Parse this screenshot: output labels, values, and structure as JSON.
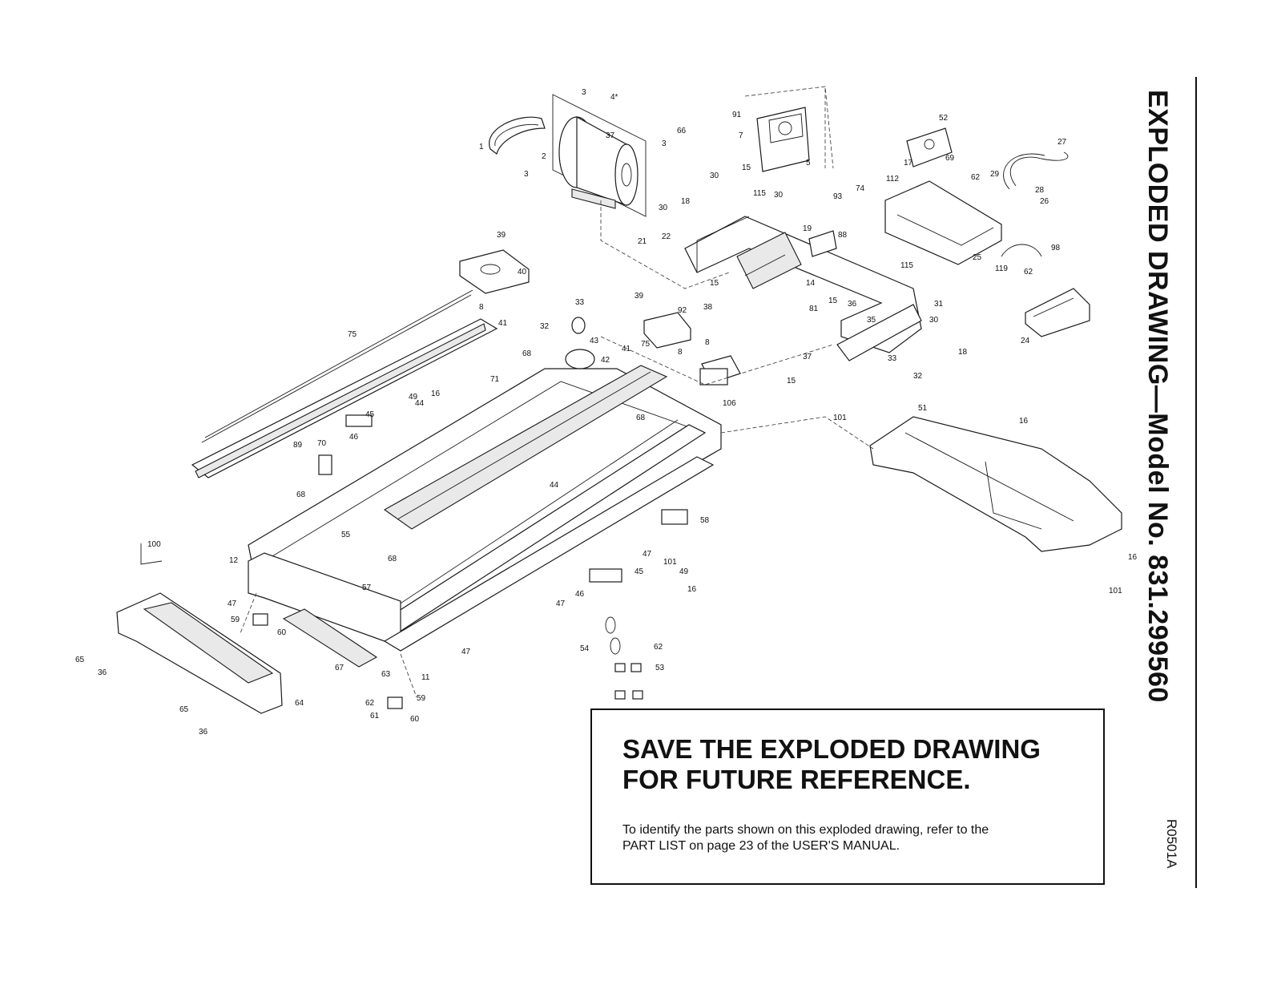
{
  "side_title": "EXPLODED DRAWING—Model No. 831.299560",
  "drawing_code": "R0501A",
  "notice": {
    "heading_line1": "SAVE THE EXPLODED DRAWING",
    "heading_line2": "FOR FUTURE REFERENCE.",
    "body_line1": "To identify the parts shown on this exploded drawing, refer to the",
    "body_line2": "PART LIST on page 23 of the USER'S MANUAL."
  },
  "callouts": [
    "1",
    "2",
    "3",
    "3",
    "4*",
    "37",
    "66",
    "3",
    "91",
    "7",
    "15",
    "5",
    "52",
    "17",
    "69",
    "27",
    "62",
    "29",
    "28",
    "26",
    "112",
    "30",
    "18",
    "115",
    "30",
    "93",
    "74",
    "19",
    "88",
    "30",
    "21",
    "22",
    "39",
    "40",
    "8",
    "41",
    "75",
    "15",
    "14",
    "15",
    "36",
    "115",
    "31",
    "35",
    "25",
    "119",
    "98",
    "62",
    "24",
    "33",
    "43",
    "32",
    "42",
    "39",
    "92",
    "8",
    "38",
    "81",
    "30",
    "18",
    "37",
    "33",
    "32",
    "15",
    "106",
    "8",
    "41",
    "75",
    "68",
    "71",
    "49",
    "16",
    "45",
    "44",
    "46",
    "70",
    "89",
    "51",
    "101",
    "16",
    "68",
    "44",
    "68",
    "58",
    "12",
    "55",
    "100",
    "101",
    "49",
    "16",
    "68",
    "47",
    "45",
    "57",
    "46",
    "47",
    "59",
    "60",
    "47",
    "65",
    "36",
    "47",
    "67",
    "63",
    "11",
    "54",
    "62",
    "53",
    "64",
    "65",
    "36",
    "62",
    "59",
    "61",
    "60",
    "16",
    "101"
  ]
}
